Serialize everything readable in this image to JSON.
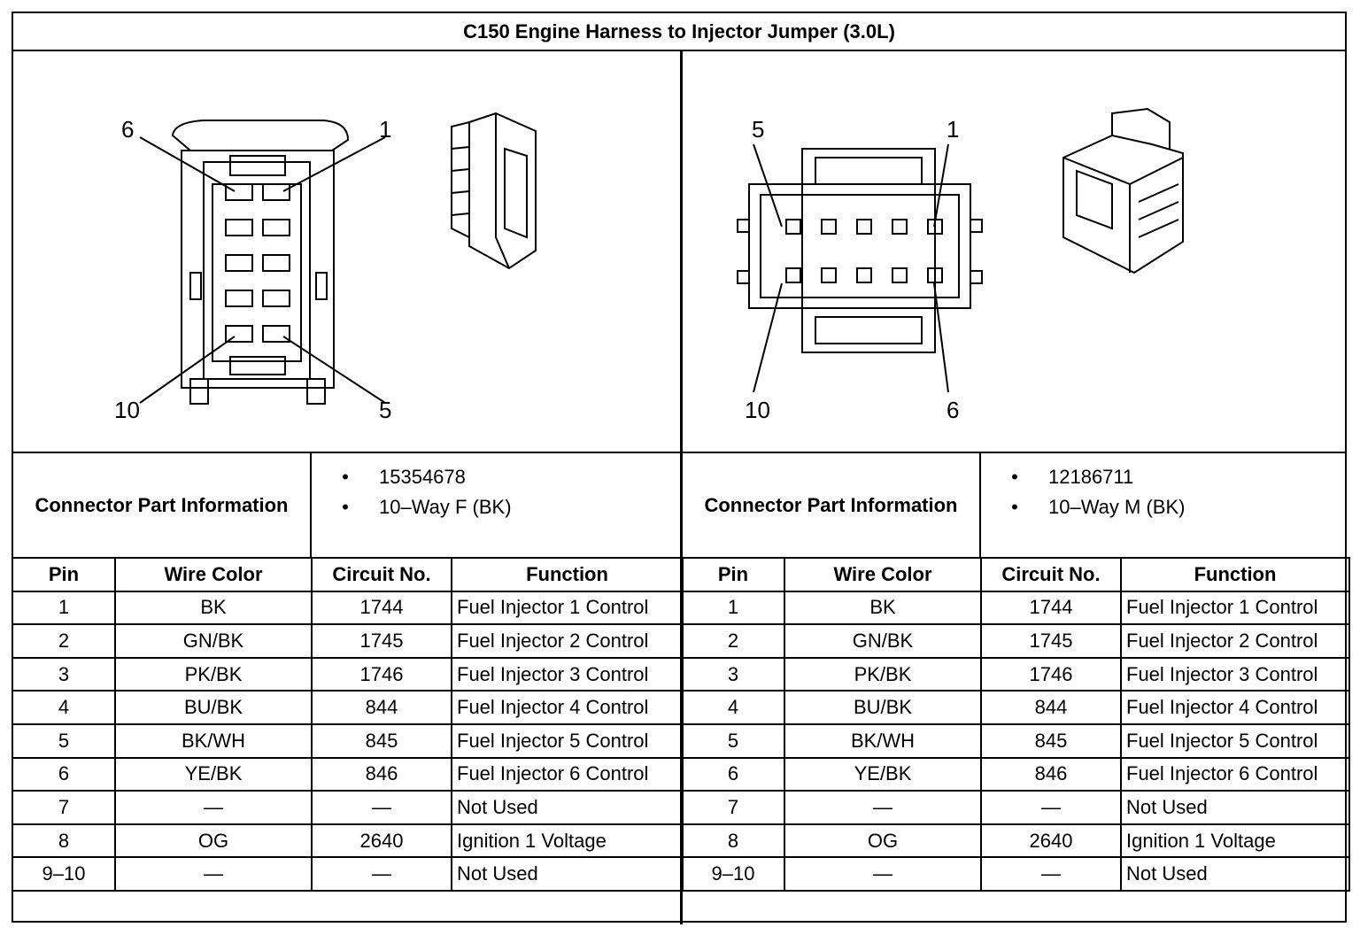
{
  "title": "C150 Engine Harness to Injector Jumper (3.0L)",
  "left": {
    "pin_labels": {
      "top_left": "6",
      "top_right": "1",
      "bottom_left": "10",
      "bottom_right": "5"
    },
    "info_label": "Connector Part Information",
    "info_items": [
      "15354678",
      "10–Way F (BK)"
    ]
  },
  "right": {
    "pin_labels": {
      "top_left": "5",
      "top_right": "1",
      "bottom_left": "10",
      "bottom_right": "6"
    },
    "info_label": "Connector Part Information",
    "info_items": [
      "12186711",
      "10–Way M (BK)"
    ]
  },
  "table_headers": [
    "Pin",
    "Wire Color",
    "Circuit No.",
    "Function"
  ],
  "rows": [
    {
      "pin": "1",
      "color": "BK",
      "circuit": "1744",
      "function": "Fuel Injector 1 Control"
    },
    {
      "pin": "2",
      "color": "GN/BK",
      "circuit": "1745",
      "function": "Fuel Injector 2 Control"
    },
    {
      "pin": "3",
      "color": "PK/BK",
      "circuit": "1746",
      "function": "Fuel Injector 3 Control"
    },
    {
      "pin": "4",
      "color": "BU/BK",
      "circuit": "844",
      "function": "Fuel Injector 4 Control"
    },
    {
      "pin": "5",
      "color": "BK/WH",
      "circuit": "845",
      "function": "Fuel Injector 5 Control"
    },
    {
      "pin": "6",
      "color": "YE/BK",
      "circuit": "846",
      "function": "Fuel Injector 6 Control"
    },
    {
      "pin": "7",
      "color": "—",
      "circuit": "—",
      "function": "Not Used"
    },
    {
      "pin": "8",
      "color": "OG",
      "circuit": "2640",
      "function": "Ignition 1 Voltage"
    },
    {
      "pin": "9–10",
      "color": "—",
      "circuit": "—",
      "function": "Not Used"
    }
  ]
}
